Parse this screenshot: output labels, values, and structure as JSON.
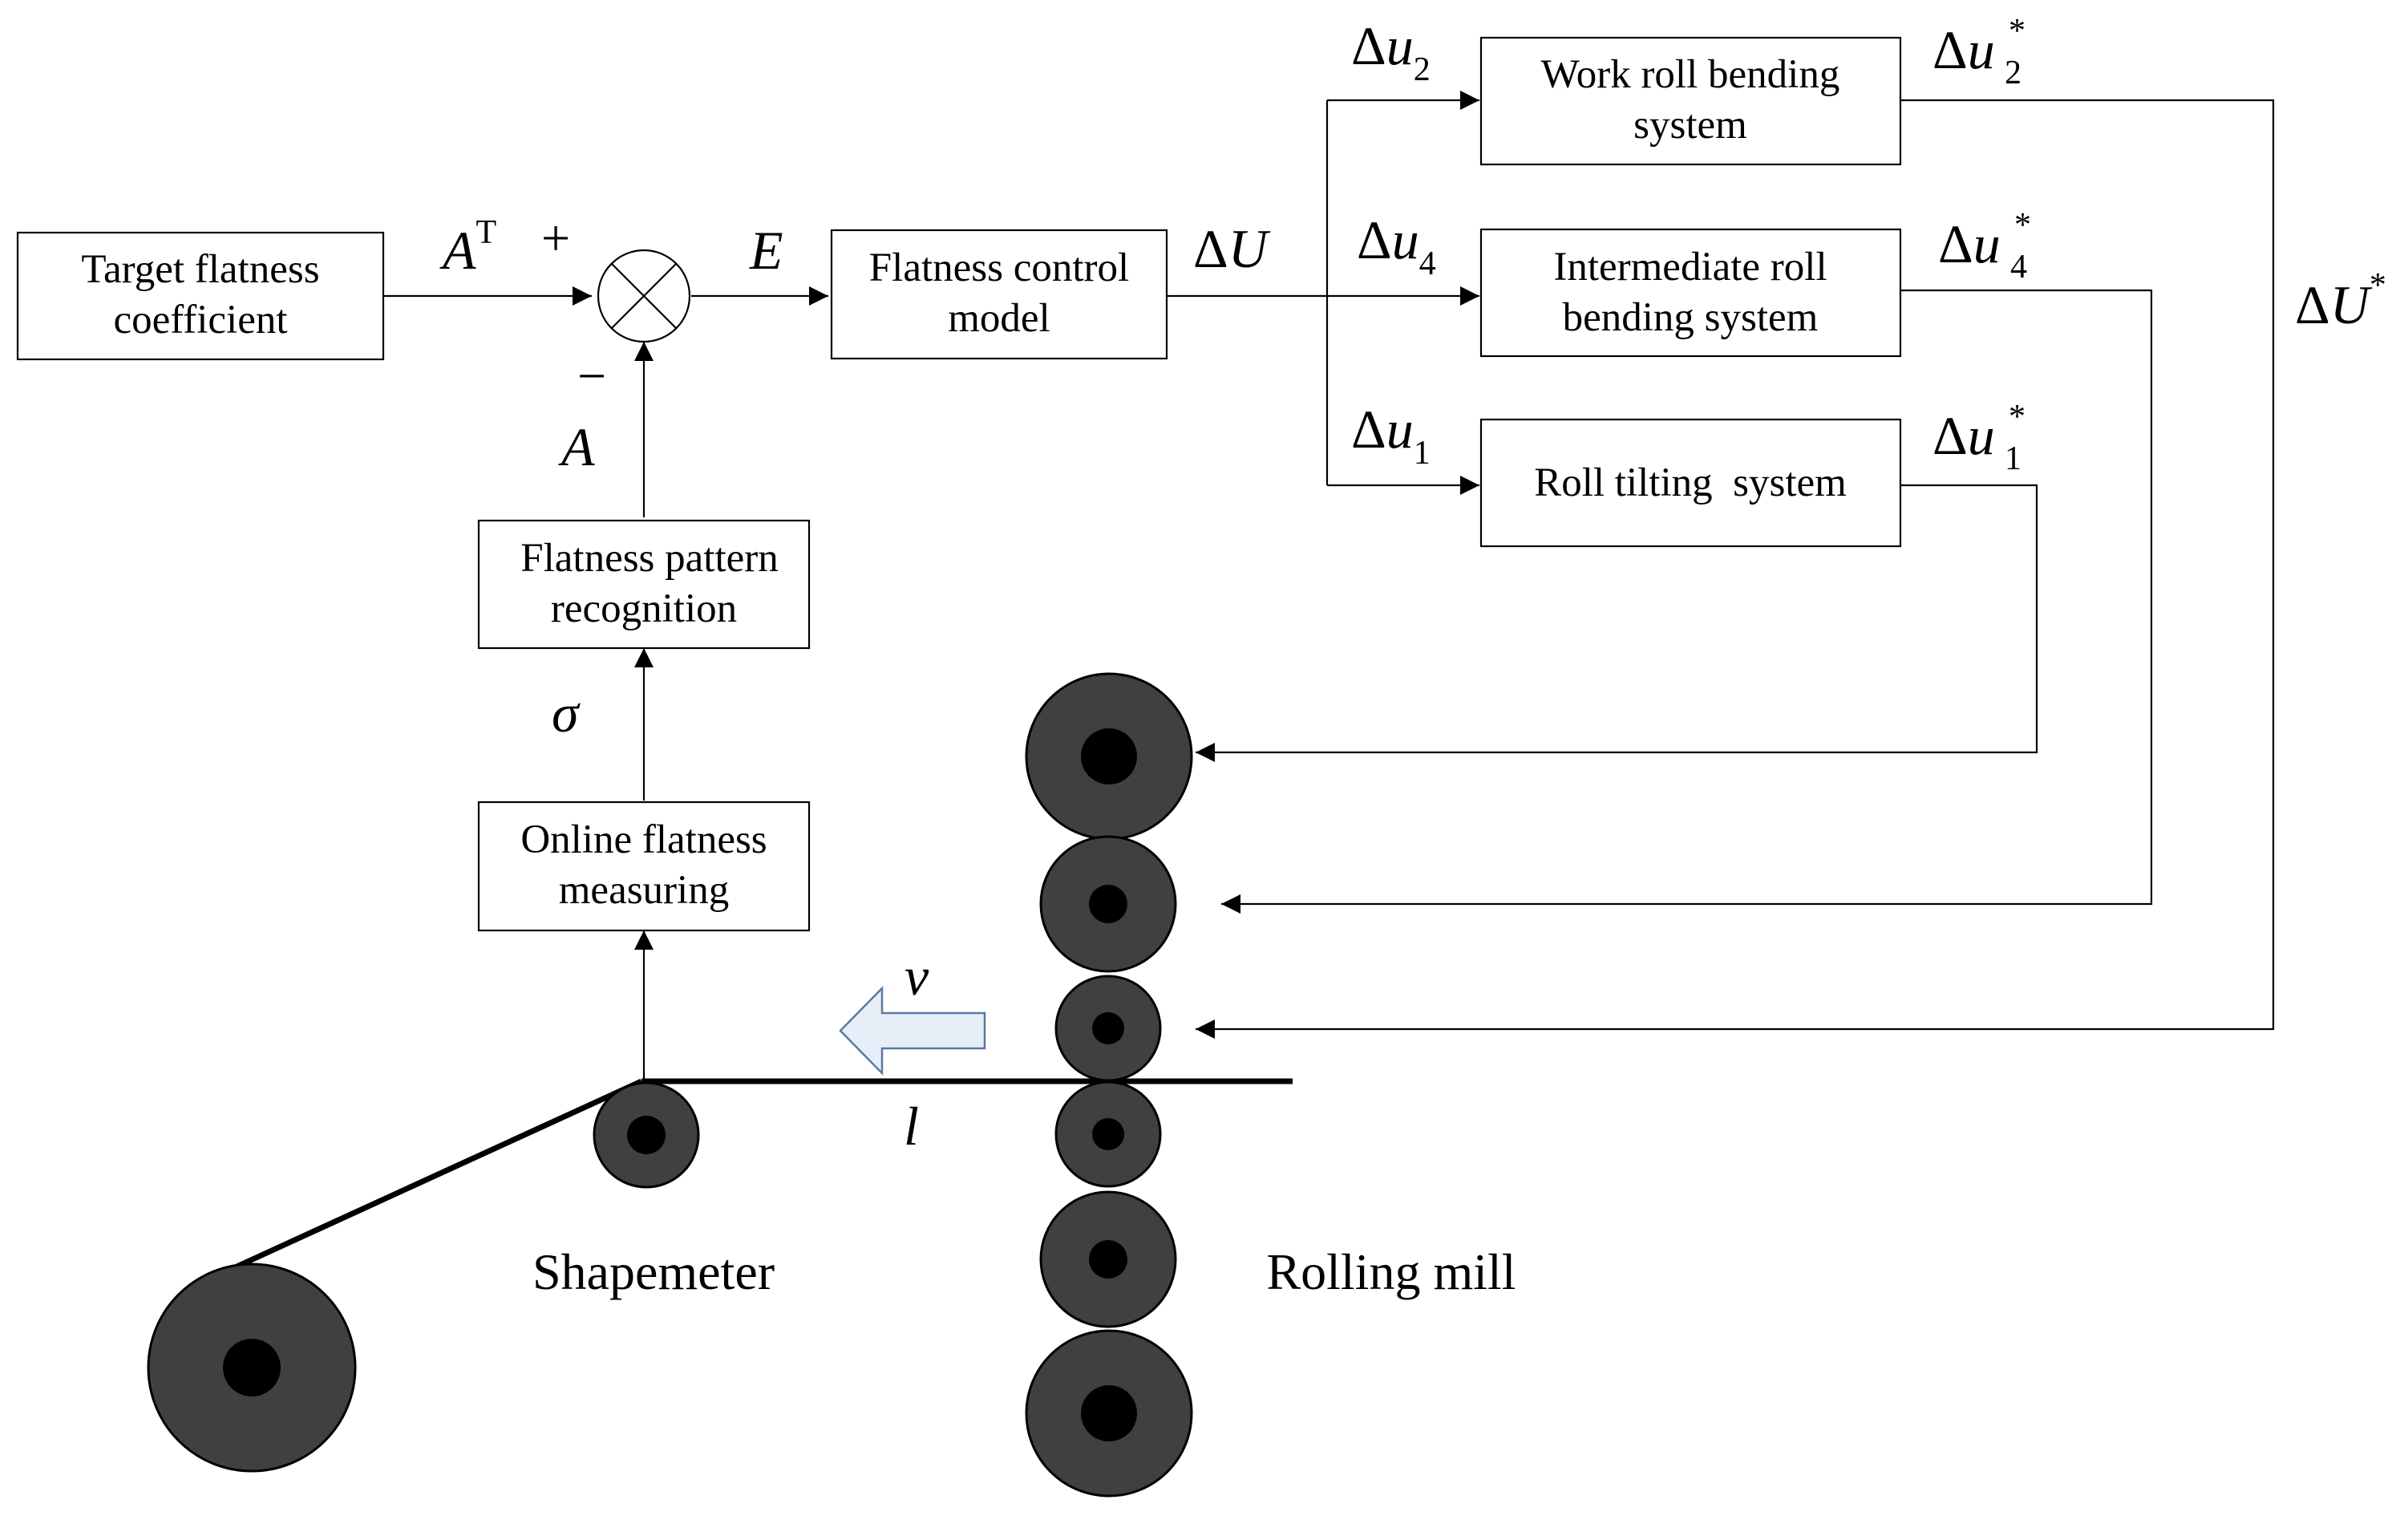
{
  "blocks": {
    "target": [
      "Target flatness",
      "coefficient"
    ],
    "control_model": [
      "Flatness control",
      "model"
    ],
    "work_roll": [
      "Work roll bending",
      "system"
    ],
    "intermediate_roll": [
      "Intermediate roll",
      "bending system"
    ],
    "roll_tilting": [
      "Roll tilting  system"
    ],
    "pattern": [
      "Flatness pattern",
      "recognition"
    ],
    "measuring": [
      "Online flatness",
      "measuring"
    ]
  },
  "signals": {
    "AT": {
      "base": "A",
      "sup": "T"
    },
    "A": "A",
    "E": "E",
    "dU": {
      "delta": "Δ",
      "base": "U"
    },
    "dUstar": {
      "delta": "Δ",
      "base": "U",
      "sup": "*"
    },
    "du2": {
      "delta": "Δ",
      "base": "u",
      "sub": "2"
    },
    "du4": {
      "delta": "Δ",
      "base": "u",
      "sub": "4"
    },
    "du1": {
      "delta": "Δ",
      "base": "u",
      "sub": "1"
    },
    "du2s": {
      "delta": "Δ",
      "base": "u",
      "sub": "2",
      "sup": "*"
    },
    "du4s": {
      "delta": "Δ",
      "base": "u",
      "sub": "4",
      "sup": "*"
    },
    "du1s": {
      "delta": "Δ",
      "base": "u",
      "sub": "1",
      "sup": "*"
    },
    "sigma": "σ",
    "v": "v",
    "l": "l"
  },
  "signs": {
    "plus": "+",
    "minus": "−"
  },
  "captions": {
    "shapemeter": "Shapemeter",
    "rolling_mill": "Rolling mill"
  },
  "colors": {
    "roll": "#404040",
    "arrow_fill": "#e6eef8",
    "arrow_stroke": "#5a7aa0"
  }
}
